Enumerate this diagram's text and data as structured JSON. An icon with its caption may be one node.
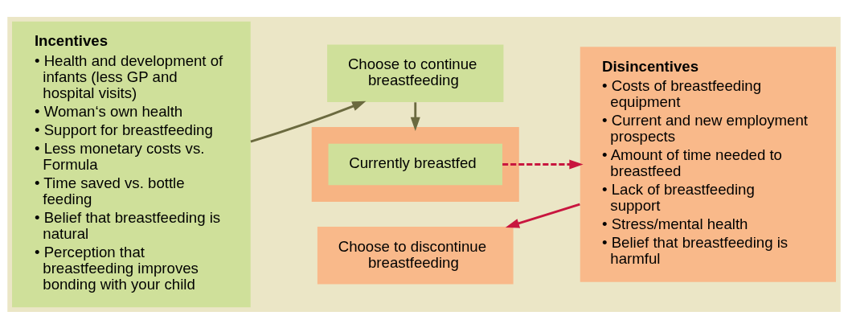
{
  "diagram": {
    "nodes": [
      {
        "text": [
          "Incentives",
          "• Health and development of infants (less GP and hospital visits)",
          "• Woman‘s own health",
          "• Support for breastfeeding",
          "• Less monetary costs vs. Formula",
          "• Time saved vs. bottle feeding",
          "• Belief that breastfeeding is natural",
          "• Perception that breastfeeding improves bonding with your child"
        ]
      },
      {
        "text": [
          "Choose to continue breastfeeding"
        ]
      },
      {
        "text": [],
        "shape": "box"
      },
      {
        "text": [
          "Currently breastfed"
        ],
        "in": 2
      },
      {
        "text": [
          "Choose to discontinue breastfeeding"
        ]
      },
      {
        "text": [
          "Disincentives",
          "• Costs of breastfeeding equipment",
          "• Current and new employment prospects",
          "• Amount of time needed to breastfeed",
          "• Lack of breastfeeding support",
          "• Stress/mental health",
          "• Belief that breastfeeding is harmful"
        ]
      }
    ],
    "edges": [
      {
        "from": 0,
        "to": 1,
        "arrow": "to"
      },
      {
        "from": 1,
        "to": 2,
        "arrow": "to"
      },
      {
        "from": 3,
        "to": 5,
        "arrow": "to",
        "style": "dashed",
        "color": "#c8163f"
      },
      {
        "from": 5,
        "to": 4,
        "arrow": "to",
        "color": "#c8163f"
      }
    ]
  }
}
